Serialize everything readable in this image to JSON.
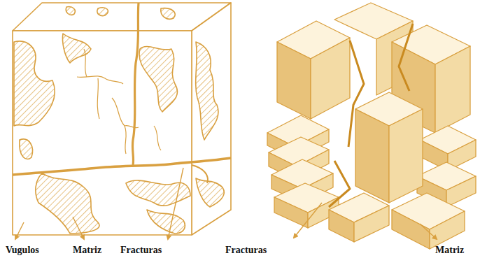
{
  "diagram": {
    "labels": [
      "Vugulos",
      "Matriz",
      "Fracturas",
      "Fracturas",
      "Matriz"
    ]
  }
}
